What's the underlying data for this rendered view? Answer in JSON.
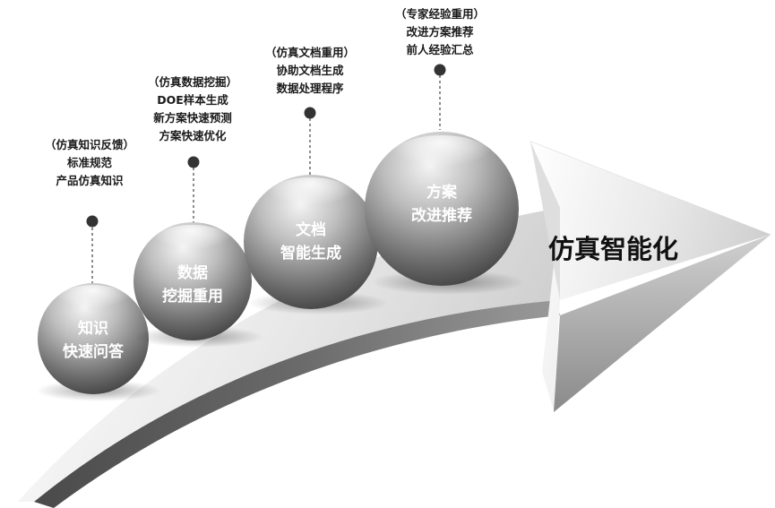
{
  "title": "仿真智能化",
  "stages": [
    {
      "label_lines": [
        "知识",
        "快速问答"
      ],
      "notes": [
        "（仿真知识反馈）",
        "标准规范",
        "产品仿真知识"
      ]
    },
    {
      "label_lines": [
        "数据",
        "挖掘重用"
      ],
      "notes": [
        "（仿真数据挖掘）",
        "DOE样本生成",
        "新方案快速预测",
        "方案快速优化"
      ]
    },
    {
      "label_lines": [
        "文档",
        "智能生成"
      ],
      "notes": [
        "（仿真文档重用）",
        "协助文档生成",
        "数据处理程序"
      ]
    },
    {
      "label_lines": [
        "方案",
        "改进推荐"
      ],
      "notes": [
        "（专家经验重用）",
        "改进方案推荐",
        "前人经验汇总"
      ]
    }
  ],
  "colors": {
    "sphere_dark": "#3a3a3a",
    "sphere_light": "#f2f2f2",
    "arrow_light": "#fafafa",
    "arrow_dark": "#9a9a9a"
  }
}
